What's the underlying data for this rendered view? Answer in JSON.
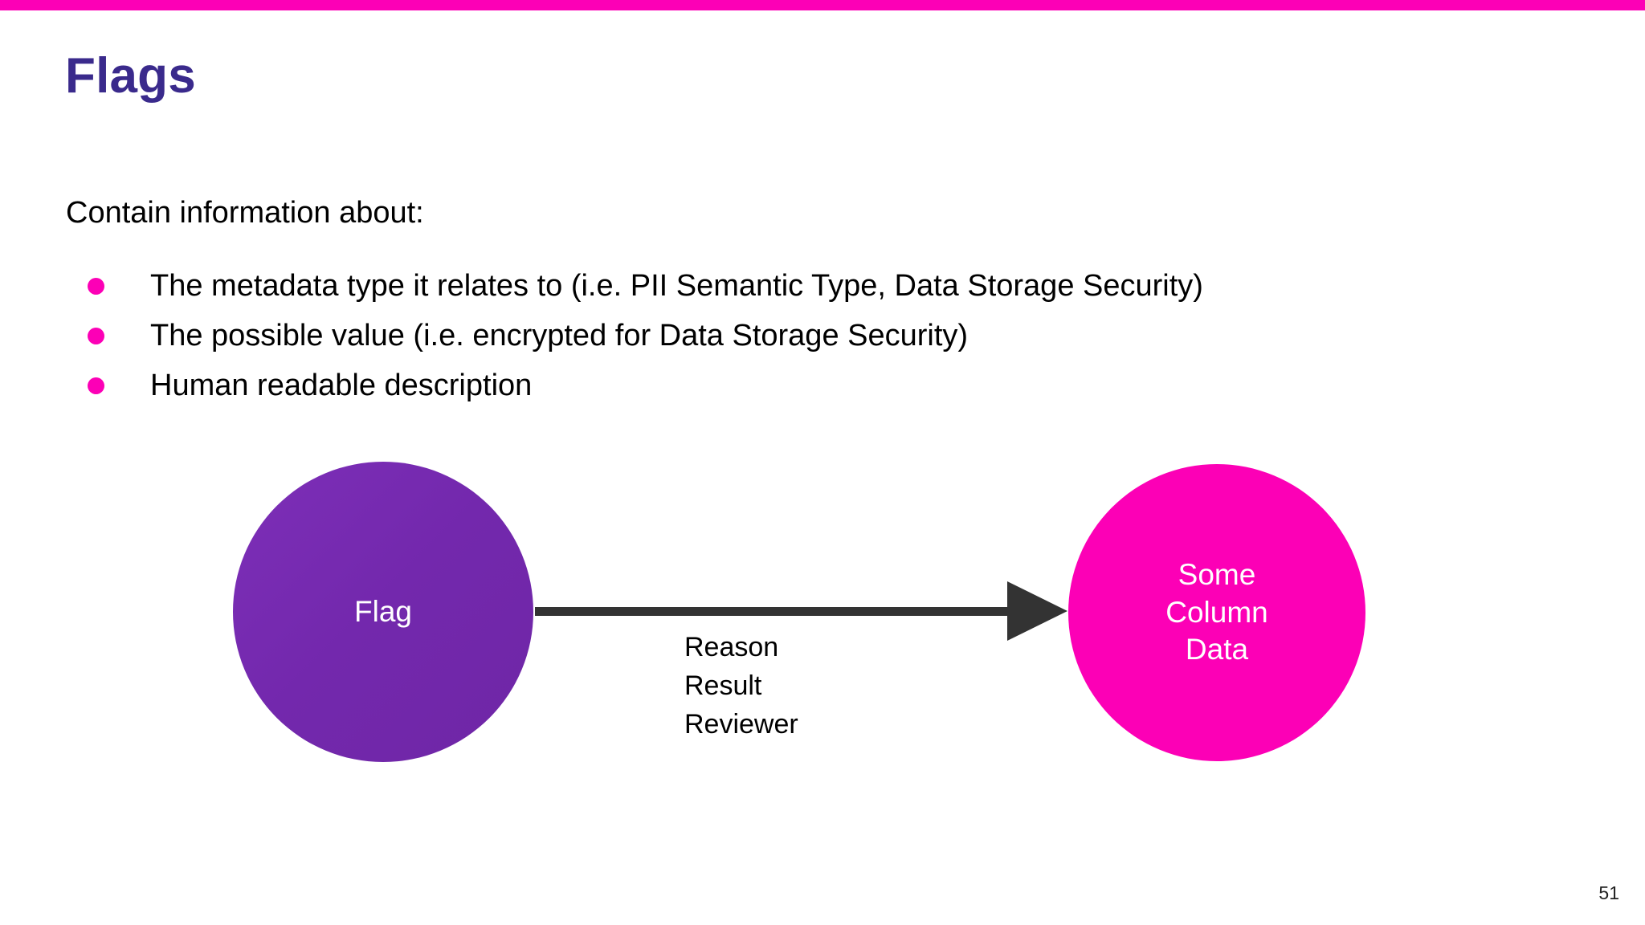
{
  "slide": {
    "title": "Flags",
    "intro": "Contain information about:",
    "page_number": "51"
  },
  "bullets": [
    {
      "text": "The metadata type it relates to (i.e. PII Semantic Type, Data Storage Security)"
    },
    {
      "text": "The possible value (i.e. encrypted for Data Storage Security)"
    },
    {
      "text": "Human readable description"
    }
  ],
  "diagram": {
    "source_node": {
      "label": "Flag"
    },
    "target_node": {
      "line1": "Some",
      "line2": "Column",
      "line3": "Data"
    },
    "edge_caption": {
      "line1": "Reason",
      "line2": "Result",
      "line3": "Reviewer"
    }
  },
  "colors": {
    "accent_magenta": "#fc00b6",
    "title_indigo": "#3a2a8c",
    "node_purple": "#7328ad",
    "arrow_gray": "#333333",
    "body_black": "#000000"
  }
}
